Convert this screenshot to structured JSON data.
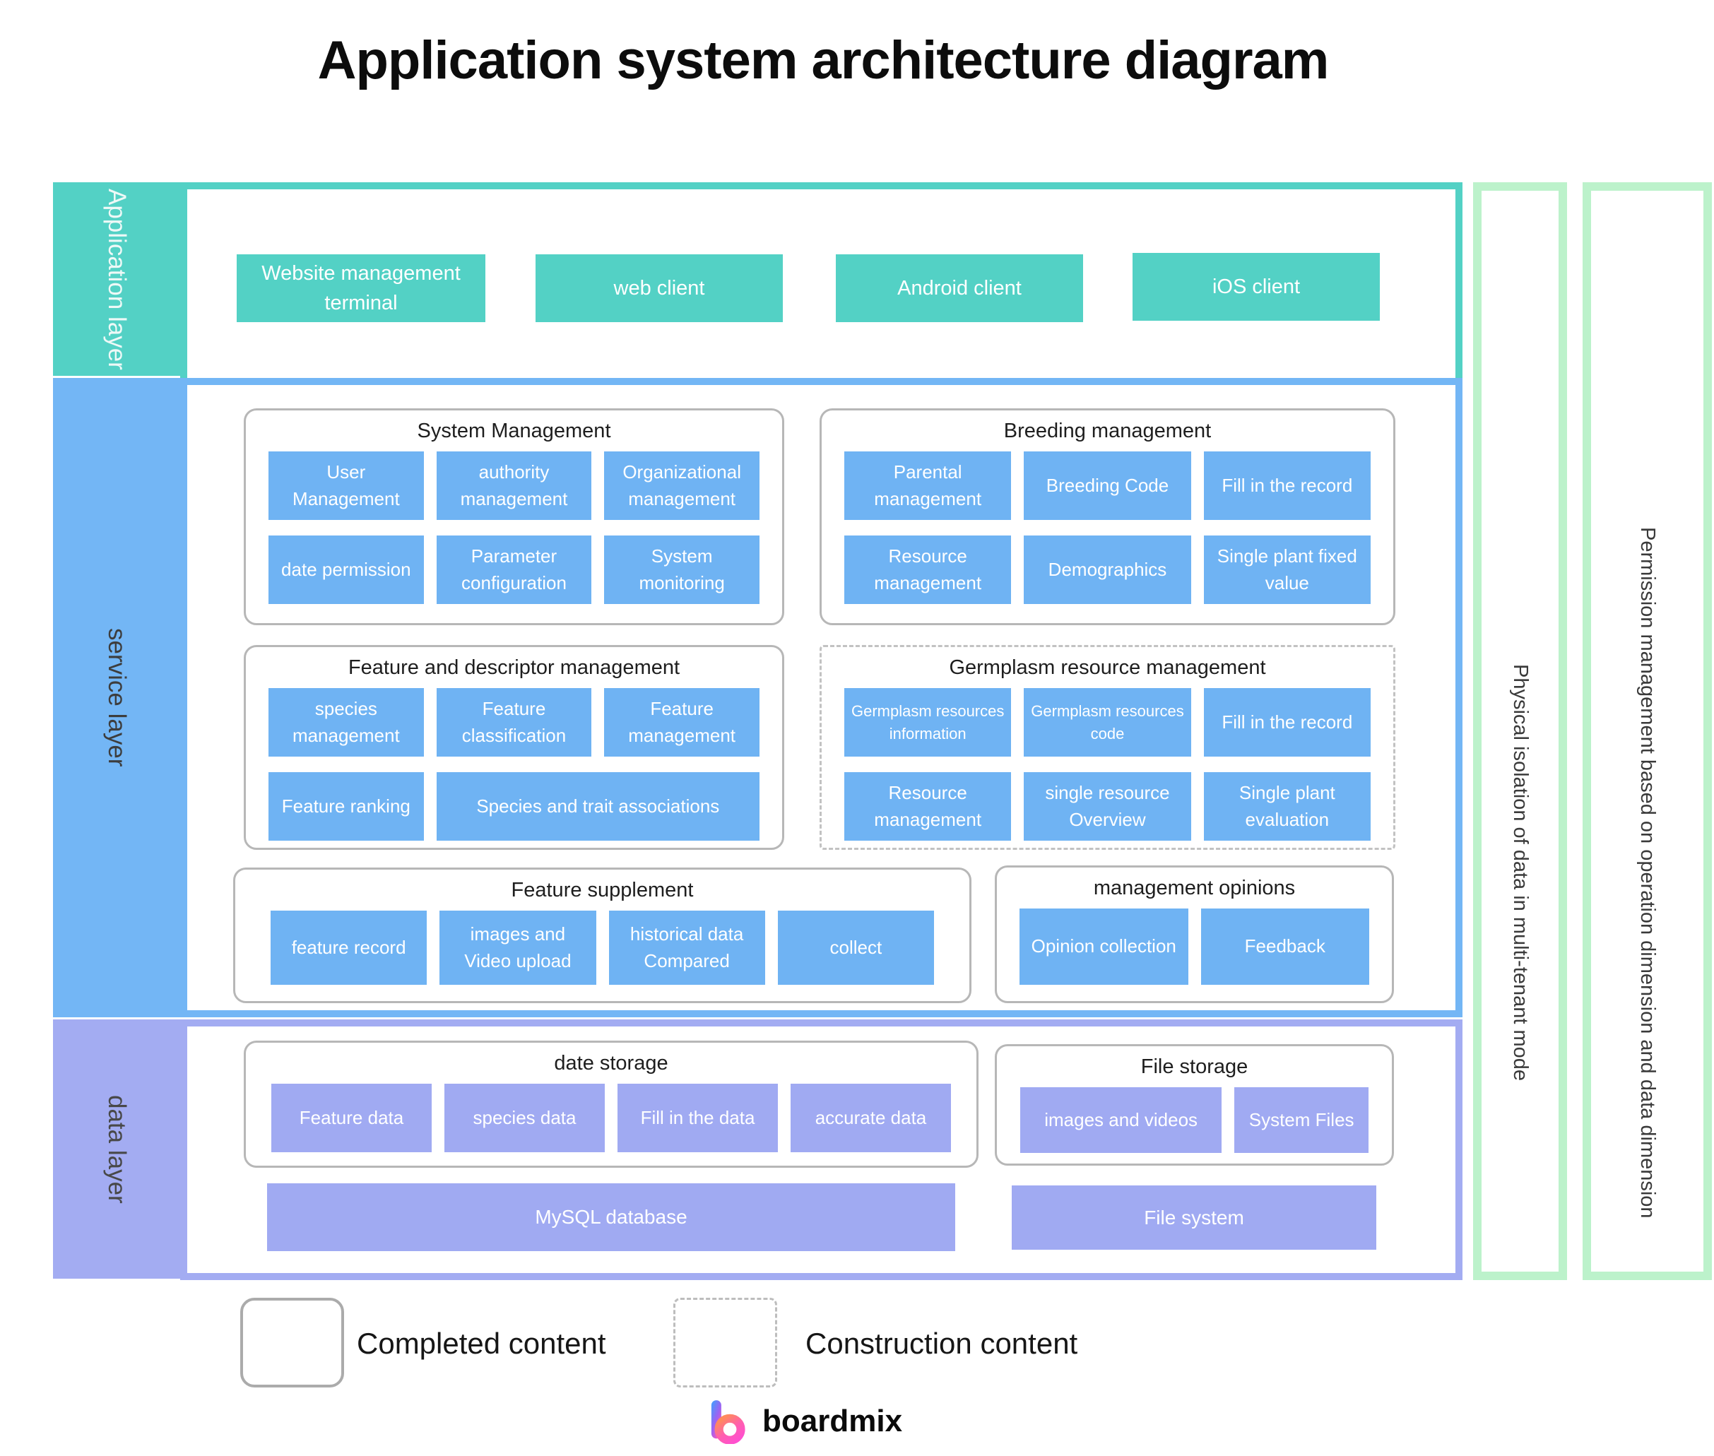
{
  "title": "Application system architecture diagram",
  "layers": {
    "application": {
      "label": "Application layer",
      "boxes": [
        "Website management terminal",
        "web client",
        "Android client",
        "iOS client"
      ]
    },
    "service": {
      "label": "service layer",
      "groups": [
        {
          "title": "System Management",
          "border": "solid",
          "boxes": [
            "User Management",
            "authority management",
            "Organizational management",
            "date permission",
            "Parameter configuration",
            "System monitoring"
          ]
        },
        {
          "title": "Breeding management",
          "border": "solid",
          "boxes": [
            "Parental management",
            "Breeding Code",
            "Fill in the record",
            "Resource management",
            "Demographics",
            "Single plant fixed value"
          ]
        },
        {
          "title": "Feature and descriptor management",
          "border": "solid",
          "boxes": [
            "species management",
            "Feature classification",
            "Feature management",
            "Feature ranking",
            "Species and trait associations"
          ]
        },
        {
          "title": "Germplasm resource management",
          "border": "dashed",
          "boxes": [
            "Germplasm resources information",
            "Germplasm resources code",
            "Fill in the record",
            "Resource management",
            "single resource Overview",
            "Single plant evaluation"
          ]
        },
        {
          "title": "Feature supplement",
          "border": "solid",
          "boxes": [
            "feature record",
            "images and Video upload",
            "historical data Compared",
            "collect"
          ]
        },
        {
          "title": "management opinions",
          "border": "solid",
          "boxes": [
            "Opinion collection",
            "Feedback"
          ]
        }
      ]
    },
    "data": {
      "label": "data layer",
      "groups": [
        {
          "title": "date storage",
          "border": "solid",
          "boxes": [
            "Feature data",
            "species data",
            "Fill in the data",
            "accurate data"
          ]
        },
        {
          "title": "File storage",
          "border": "solid",
          "boxes": [
            "images and videos",
            "System Files"
          ]
        }
      ],
      "bottom_boxes": [
        "MySQL database",
        "File system"
      ]
    }
  },
  "side_bars": [
    "Physical isolation of data in multi-tenant mode",
    "Permission management based on operation dimension and data dimension"
  ],
  "legend": [
    {
      "style": "solid",
      "label": "Completed content"
    },
    {
      "style": "dashed",
      "label": "Construction content"
    }
  ],
  "brand": "boardmix",
  "colors": {
    "application_teal": "#53d1c5",
    "service_blue_box": "#6fb3f3",
    "service_blue_border": "#73b6f5",
    "data_purple_box": "#a0aaf2",
    "data_purple_border": "#a3acf2",
    "side_bar_green_border": "#bcf2cb",
    "group_border_gray": "#b7b7b7"
  }
}
